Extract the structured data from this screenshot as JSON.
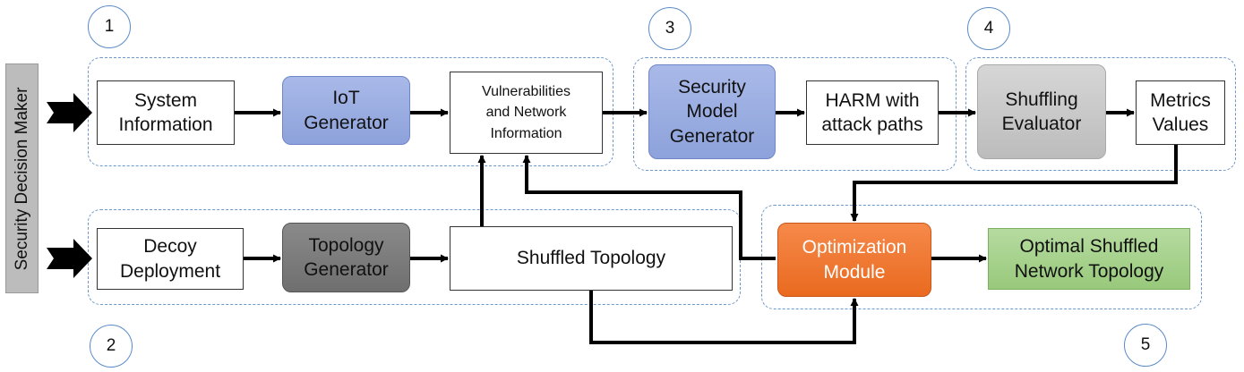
{
  "decision_maker": "Security Decision Maker",
  "stages": [
    "1",
    "2",
    "3",
    "4",
    "5"
  ],
  "nodes": {
    "system_information": "System\nInformation",
    "iot_generator": "IoT\nGenerator",
    "vulnerabilities": "Vulnerabilities\nand Network\nInformation",
    "decoy_deployment": "Decoy\nDeployment",
    "topology_generator": "Topology\nGenerator",
    "shuffled_topology": "Shuffled Topology",
    "security_model_generator": "Security\nModel\nGenerator",
    "harm": "HARM with\nattack paths",
    "shuffling_evaluator": "Shuffling\nEvaluator",
    "metrics_values": "Metrics\nValues",
    "optimization_module": "Optimization\nModule",
    "optimal_topology": "Optimal Shuffled\nNetwork Topology"
  },
  "colors": {
    "group_border": "#6d97c9",
    "blue_box": "#8da2db",
    "orange_box": "#e96a1f",
    "green_box": "#98c97b",
    "dark_gray_box": "#6f6f6f",
    "light_gray_box": "#bcbcbc",
    "arrow": "#000000"
  }
}
